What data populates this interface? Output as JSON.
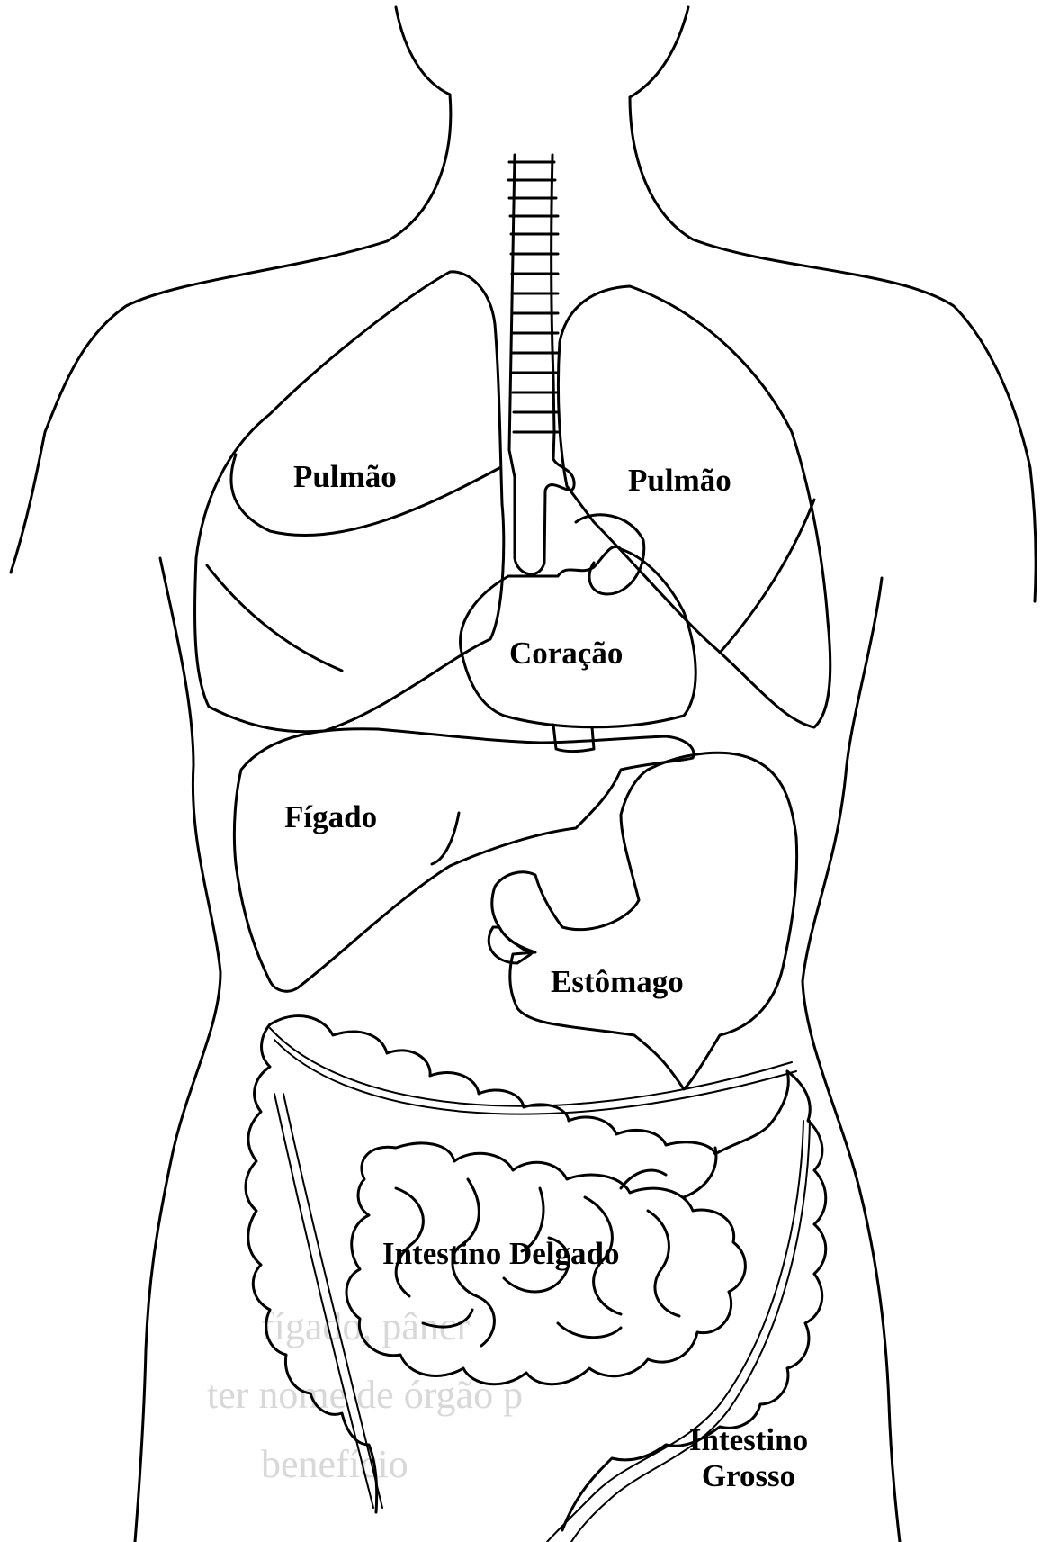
{
  "diagram": {
    "labels": {
      "lung_left": "Pulmão",
      "lung_right": "Pulmão",
      "heart": "Coração",
      "liver": "Fígado",
      "stomach": "Estômago",
      "small_intestine": "Intestino Delgado",
      "large_intestine_line1": "Intestino",
      "large_intestine_line2": "Grosso"
    },
    "bleed_through_text": {
      "line1": "fígado, pâncr",
      "line2": "ter nome de órgão p",
      "line3": "benefício"
    },
    "colors": {
      "stroke": "#000000",
      "background": "#ffffff",
      "bleed_through": "#d8d8d8"
    }
  }
}
